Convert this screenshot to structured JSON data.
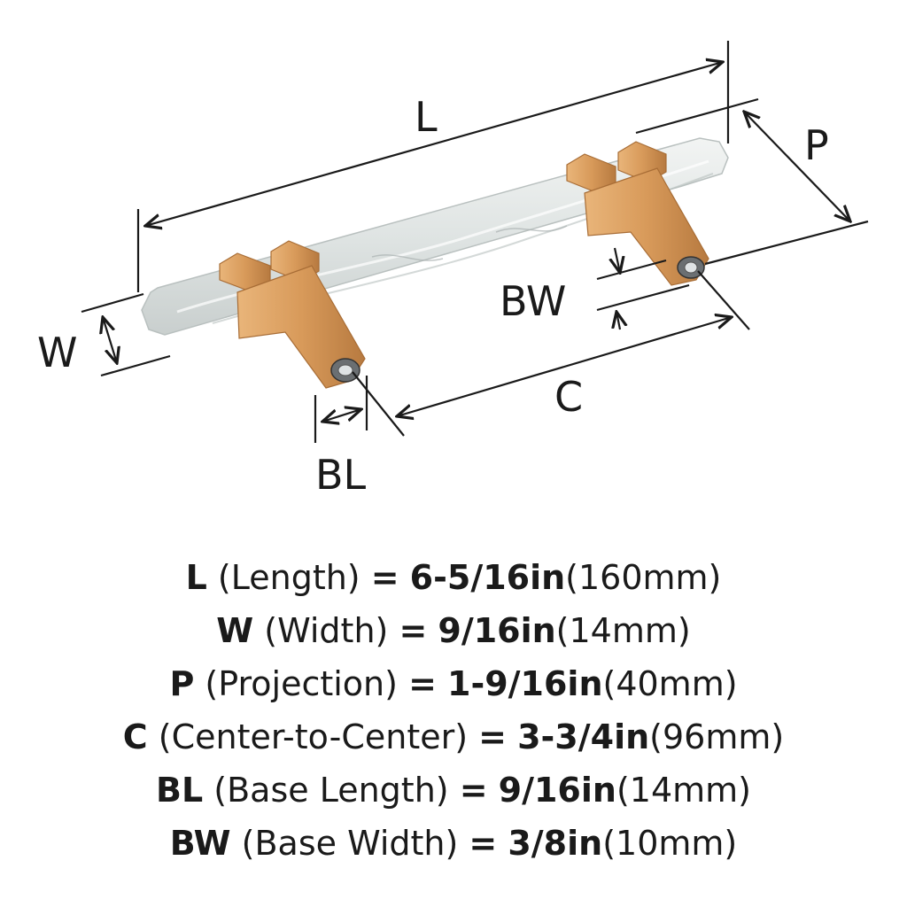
{
  "labels": {
    "L": "L",
    "W": "W",
    "P": "P",
    "C": "C",
    "BL": "BL",
    "BW": "BW"
  },
  "specs": [
    {
      "code": "L",
      "name": "(Length)",
      "eq": "=",
      "imperial": "6-5/16in",
      "metric": "(160mm)"
    },
    {
      "code": "W",
      "name": "(Width)",
      "eq": "=",
      "imperial": "9/16in",
      "metric": "(14mm)"
    },
    {
      "code": "P",
      "name": "(Projection)",
      "eq": "=",
      "imperial": "1-9/16in",
      "metric": "(40mm)"
    },
    {
      "code": "C",
      "name": "(Center-to-Center)",
      "eq": "=",
      "imperial": "3-3/4in",
      "metric": "(96mm)"
    },
    {
      "code": "BL",
      "name": "(Base Length)",
      "eq": "=",
      "imperial": "9/16in",
      "metric": "(14mm)"
    },
    {
      "code": "BW",
      "name": "(Base Width)",
      "eq": "=",
      "imperial": "3/8in",
      "metric": "(10mm)"
    }
  ],
  "colors": {
    "brass": "#d89a5a",
    "brass_dark": "#b77a40",
    "marble": "#e3e7e6",
    "ink": "#1a1a1a"
  }
}
